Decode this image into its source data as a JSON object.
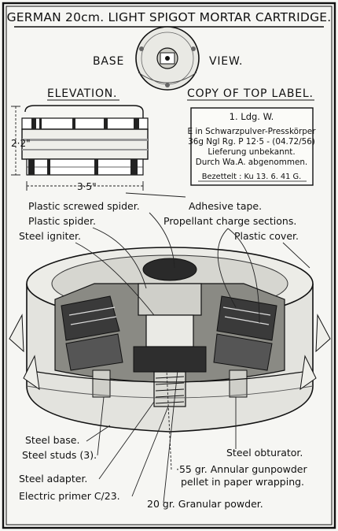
{
  "title": "GERMAN 20cm. LIGHT SPIGOT MORTAR CARTRIDGE.",
  "base_view": {
    "left": "BASE",
    "right": "VIEW."
  },
  "elevation": {
    "heading": "ELEVATION.",
    "height_dim": "2·2\"",
    "width_dim": "3·5\""
  },
  "top_label": {
    "heading": "COPY OF TOP LABEL.",
    "lines": [
      "1. Ldg. W.",
      "E in Schwarzpulver-Presskörper",
      "36g Ngl Rg. P 12·5 - (04.72/56)",
      "Lieferung  unbekannt.",
      "Durch Wa.A. abgenommen.",
      "Bezettelt : Ku 13. 6. 41 G."
    ]
  },
  "callouts": {
    "plastic_screwed_spider": "Plastic screwed spider.",
    "adhesive_tape": "Adhesive tape.",
    "plastic_spider": "Plastic spider.",
    "propellant_sections": "Propellant charge sections.",
    "steel_igniter": "Steel igniter.",
    "plastic_cover": "Plastic cover.",
    "steel_base": "Steel base.",
    "steel_studs": "Steel studs (3).",
    "steel_adapter": "Steel adapter.",
    "electric_primer": "Electric primer C/23.",
    "steel_obturator": "Steel obturator.",
    "gunpowder_pellet_1": "·55 gr. Annular gunpowder",
    "gunpowder_pellet_2": "pellet in paper wrapping.",
    "granular_powder": "20 gr. Granular powder."
  }
}
